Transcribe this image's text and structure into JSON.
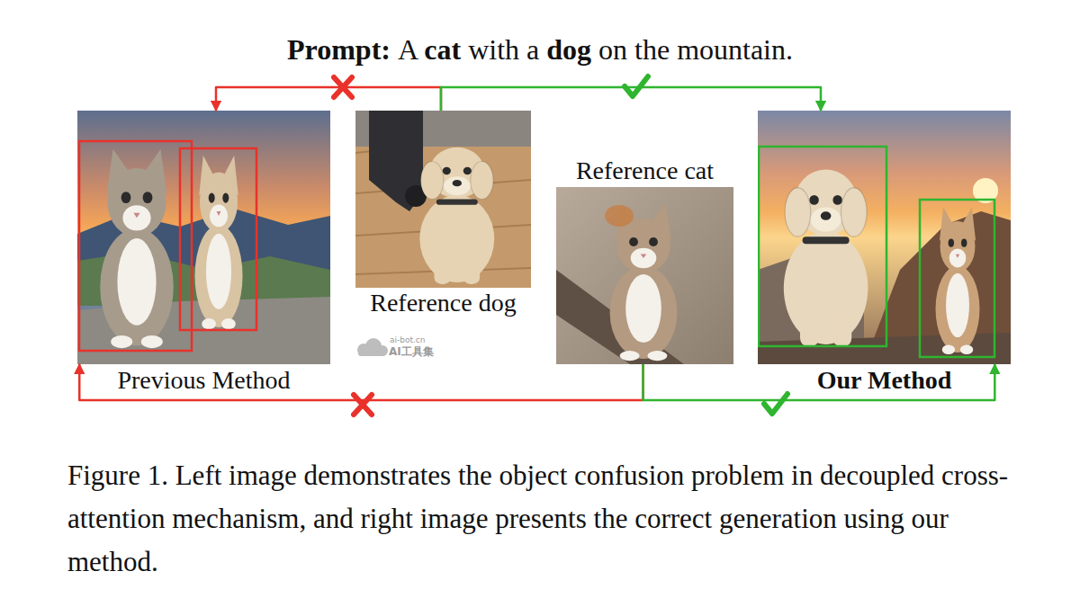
{
  "diagram": {
    "title": "Prompt: A cat with a dog on the mountain.",
    "caption": "Figure 1. Left image demonstrates the object confusion problem in decoupled cross-attention mechanism, and right image presents the correct generation using our method.",
    "nodes": [
      {
        "text": [
          "Previous Method"
        ]
      },
      {
        "text": [
          "Reference dog"
        ]
      },
      {
        "text": [
          "Reference cat"
        ]
      },
      {
        "text": [
          "Our Method"
        ]
      }
    ],
    "edges": [
      {
        "from": 1,
        "to": 0,
        "arrow": "to"
      },
      {
        "from": 1,
        "to": 3,
        "arrow": "to"
      },
      {
        "from": 2,
        "to": 0,
        "arrow": "to"
      },
      {
        "from": 2,
        "to": 3,
        "arrow": "to"
      }
    ],
    "labels": [
      "ai-bot.cn",
      "AI工具集"
    ]
  }
}
